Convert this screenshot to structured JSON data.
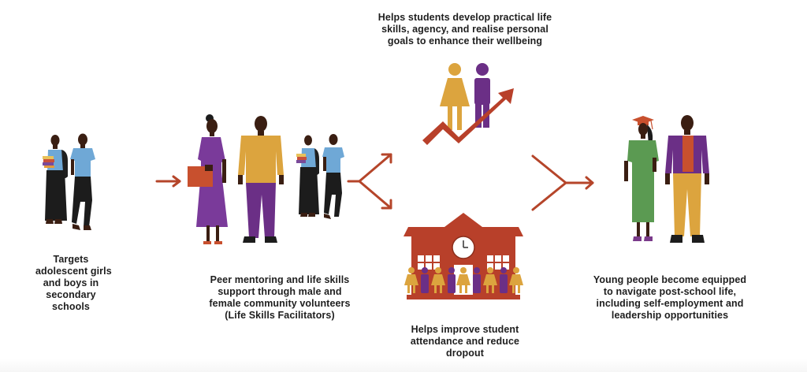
{
  "diagram": {
    "type": "flow",
    "colors": {
      "arrow": "#b5452a",
      "purple": "#6b2f86",
      "mustard": "#dca43e",
      "blue": "#6fa8d6",
      "green": "#5b9a52",
      "skin": "#3a1e12",
      "dark_clothing": "#1c1c1c",
      "school_red": "#b8402a",
      "text": "#1e1e1e"
    },
    "stages": [
      {
        "id": "targets",
        "icon": "schoolgirl-and-schoolboy-icon",
        "caption_lines": [
          "Targets",
          "adolescent girls",
          "and boys in",
          "secondary",
          "schools"
        ]
      },
      {
        "id": "mentoring",
        "icon": "volunteers-with-students-icon",
        "caption_lines": [
          "Peer mentoring and life skills",
          "support through male and",
          "female community volunteers",
          "(Life Skills Facilitators)"
        ]
      },
      {
        "id": "life-skills",
        "icon": "people-on-rising-arrow-icon",
        "caption_lines": [
          "Helps students develop practical life",
          "skills, agency, and realise personal",
          "goals to enhance their wellbeing"
        ]
      },
      {
        "id": "attendance",
        "icon": "school-building-with-students-icon",
        "caption_lines": [
          "Helps improve student",
          "attendance and reduce",
          "dropout"
        ]
      },
      {
        "id": "outcomes",
        "icon": "graduate-and-young-man-icon",
        "caption_lines": [
          "Young people become equipped",
          "to navigate post-school life,",
          "including self-employment and",
          "leadership opportunities"
        ]
      }
    ],
    "connectors": [
      {
        "from": "targets",
        "to": "mentoring",
        "icon": "right-arrow-icon"
      },
      {
        "from": "mentoring",
        "to": [
          "life-skills",
          "attendance"
        ],
        "icon": "split-arrow-icon"
      },
      {
        "from": [
          "life-skills",
          "attendance"
        ],
        "to": "outcomes",
        "icon": "merge-arrow-icon"
      }
    ]
  }
}
